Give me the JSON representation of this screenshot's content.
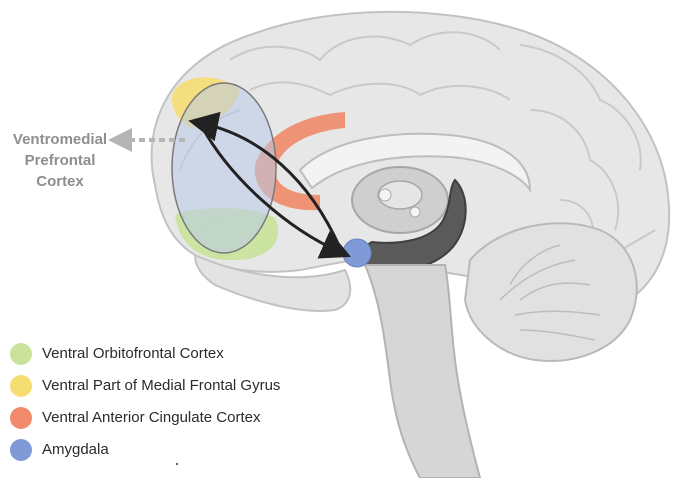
{
  "callout": {
    "lines": [
      "Ventromedial",
      "Prefrontal",
      "Cortex"
    ]
  },
  "legend": [
    {
      "label": "Ventral Orbitofrontal Cortex",
      "color": "#c9e39a"
    },
    {
      "label": "Ventral Part of Medial Frontal Gyrus",
      "color": "#f6dd72"
    },
    {
      "label": "Ventral Anterior Cingulate Cortex",
      "color": "#f08a6a"
    },
    {
      "label": "Amygdala",
      "color": "#7f9ad6"
    }
  ],
  "colors": {
    "brain_fill": "#e7e7e7",
    "brain_outline": "#c2c2c2",
    "vmpfc_ellipse": "#b8cbe8",
    "dark_region": "#5a5a5a",
    "arrow": "#222222",
    "callout_arrow": "#b5b5b5"
  }
}
